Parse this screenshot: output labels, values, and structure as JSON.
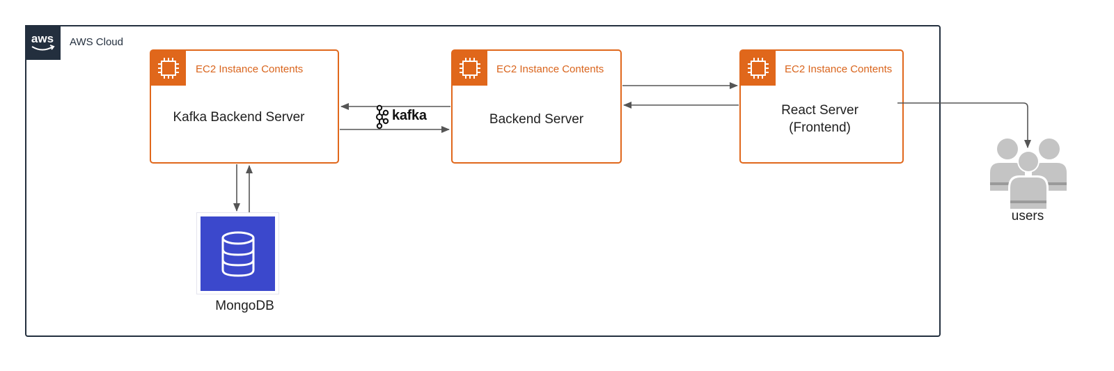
{
  "cloud": {
    "label": "AWS Cloud",
    "logo_text": "aws",
    "logo_icon": "aws-logo-icon"
  },
  "instances": [
    {
      "id": "kafka",
      "title": "EC2 Instance Contents",
      "lines": [
        "Kafka Backend Server"
      ],
      "icon": "chip-icon"
    },
    {
      "id": "backend",
      "title": "EC2 Instance Contents",
      "lines": [
        "Backend Server"
      ],
      "icon": "chip-icon"
    },
    {
      "id": "react",
      "title": "EC2 Instance Contents",
      "lines": [
        "React Server",
        "(Frontend)"
      ],
      "icon": "chip-icon"
    }
  ],
  "kafka_label": "kafka",
  "database": {
    "label": "MongoDB",
    "icon": "database-icon"
  },
  "users": {
    "label": "users",
    "icon": "users-icon"
  },
  "colors": {
    "ec2": "#e0671b",
    "aws_dark": "#232f3e",
    "mongo": "#3b48cc",
    "users_gray": "#c4c4c4",
    "arrow": "#555555"
  }
}
